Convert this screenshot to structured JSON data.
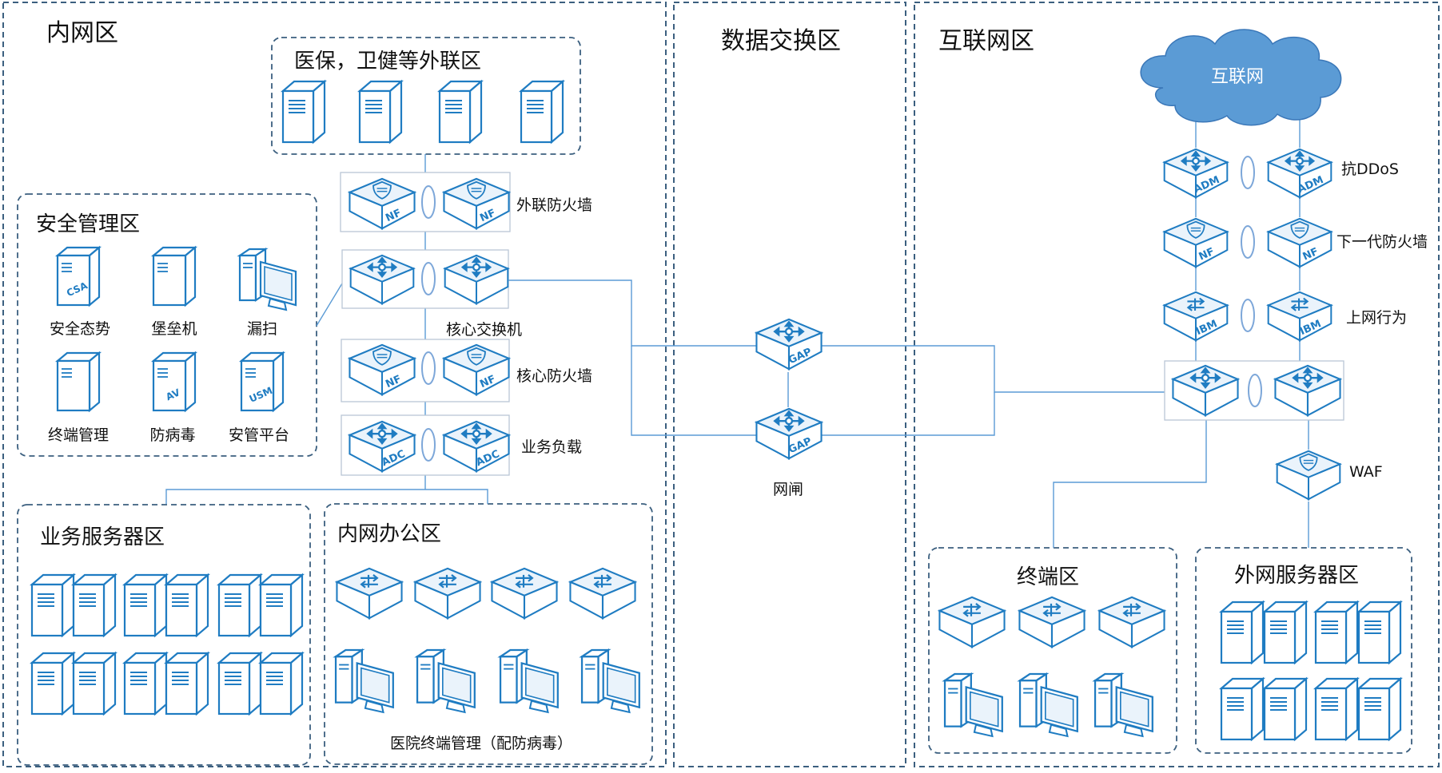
{
  "zones": {
    "intranet": "内网区",
    "data_exchange": "数据交换区",
    "internet_zone": "互联网区"
  },
  "intranet": {
    "external_link_zone": "医保，卫健等外联区",
    "security_mgmt": {
      "title": "安全管理区",
      "items": [
        "安全态势",
        "堡垒机",
        "漏扫",
        "终端管理",
        "防病毒",
        "安管平台"
      ],
      "icon_tags": [
        "CSA",
        "",
        "",
        "",
        "AV",
        "USM"
      ]
    },
    "devices": {
      "external_fw": "外联防火墙",
      "core_switch": "核心交换机",
      "core_fw": "核心防火墙",
      "load_balance": "业务负载"
    },
    "business_servers": "业务服务器区",
    "office_zone": "内网办公区",
    "office_caption": "医院终端管理（配防病毒）"
  },
  "exchange": {
    "gatekeeper": "网闸"
  },
  "internet": {
    "cloud": "互联网",
    "anti_ddos": "抗DDoS",
    "ngfw": "下一代防火墙",
    "behavior": "上网行为",
    "waf": "WAF",
    "terminal_zone": "终端区",
    "ext_servers": "外网服务器区"
  },
  "device_tags": {
    "nf": "NF",
    "adc": "ADC",
    "gap": "GAP",
    "adm": "ADM",
    "ibm": "IBM"
  },
  "colors": {
    "line": "#5b9bd5",
    "zone_border": "#3b5f7f",
    "icon_stroke": "#1f7cc2",
    "cloud_fill": "#5b9bd5"
  }
}
